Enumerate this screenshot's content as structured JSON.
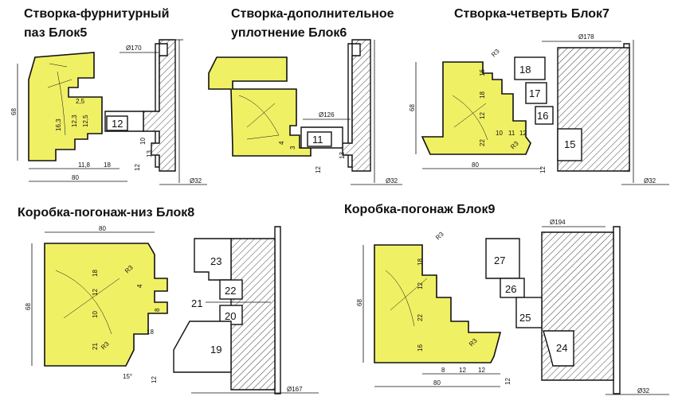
{
  "panels": [
    {
      "title_line1": "Створка-фурнитурный",
      "title_line2": "паз  Блок5",
      "dims": {
        "d1": "Ø170",
        "d2": "2,5",
        "d3": "16,3",
        "d4": "12,3",
        "d5": "12,5",
        "d6": "10",
        "d7": "13",
        "d8": "12",
        "d9": "11,8",
        "d10": "18",
        "d11": "80",
        "d12": "68",
        "d13": "Ø32"
      },
      "blocks": [
        "12"
      ]
    },
    {
      "title_line1": "Створка-дополнительное",
      "title_line2": "уплотнение  Блок6",
      "dims": {
        "d1": "Ø126",
        "d2": "4",
        "d3": "3",
        "d4": "13",
        "d5": "12",
        "d6": "Ø32"
      },
      "blocks": [
        "11"
      ]
    },
    {
      "title_line1": "Створка-четверть Блок7",
      "dims": {
        "d1": "Ø178",
        "d2": "R3",
        "d3": "16",
        "d4": "18",
        "d5": "12",
        "d6": "22",
        "d7": "10",
        "d8": "11",
        "d9": "12",
        "d10": "R3",
        "d11": "80",
        "d12": "68",
        "d13": "12",
        "d14": "Ø32"
      },
      "blocks": [
        "18",
        "17",
        "16",
        "15"
      ]
    },
    {
      "title_line1": "Коробка-погонаж-низ Блок8",
      "dims": {
        "d1": "80",
        "d2": "68",
        "d3": "18",
        "d4": "R3",
        "d5": "12",
        "d6": "4",
        "d7": "10",
        "d8": "8",
        "d9": "21",
        "d10": "R3",
        "d11": "18",
        "d12": "15°",
        "d13": "12",
        "d14": "Ø167"
      },
      "blocks": [
        "23",
        "22",
        "21",
        "20",
        "19"
      ]
    },
    {
      "title_line1": "Коробка-погонаж Блок9",
      "dims": {
        "d1": "Ø194",
        "d2": "R3",
        "d3": "68",
        "d4": "18",
        "d5": "12",
        "d6": "22",
        "d7": "16",
        "d8": "R3",
        "d9": "8",
        "d10": "12",
        "d11": "12",
        "d12": "80",
        "d13": "12",
        "d14": "Ø32"
      },
      "blocks": [
        "27",
        "26",
        "25",
        "24"
      ]
    }
  ]
}
